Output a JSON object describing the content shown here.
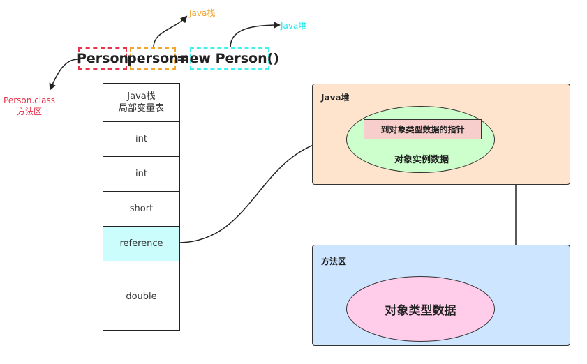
{
  "code": {
    "type": "Person",
    "variable": "person",
    "equals": "=",
    "expression": "new Person()"
  },
  "annotations": {
    "stack": "Java栈",
    "heap": "Java堆",
    "method_area_line1": "Person.class",
    "method_area_line2": "方法区"
  },
  "stack_table": {
    "header_line1": "Java栈",
    "header_line2": "局部变量表",
    "rows": [
      "int",
      "int",
      "short",
      "reference",
      "double"
    ]
  },
  "heap_region": {
    "title": "Java堆",
    "pointer_label": "到对象类型数据的指针",
    "instance_label": "对象实例数据"
  },
  "method_region": {
    "title": "方法区",
    "type_data_label": "对象类型数据"
  },
  "colors": {
    "red": "#e8324a",
    "orange": "#f2a52d",
    "cyan": "#3ff2f2",
    "heap_bg": "#fee4cc",
    "method_bg": "#cde5fe",
    "reference_bg": "#ccfdfd",
    "instance_fill": "#ccffcc",
    "pointer_fill": "#f8cecc",
    "type_data_fill": "#ffccea"
  }
}
